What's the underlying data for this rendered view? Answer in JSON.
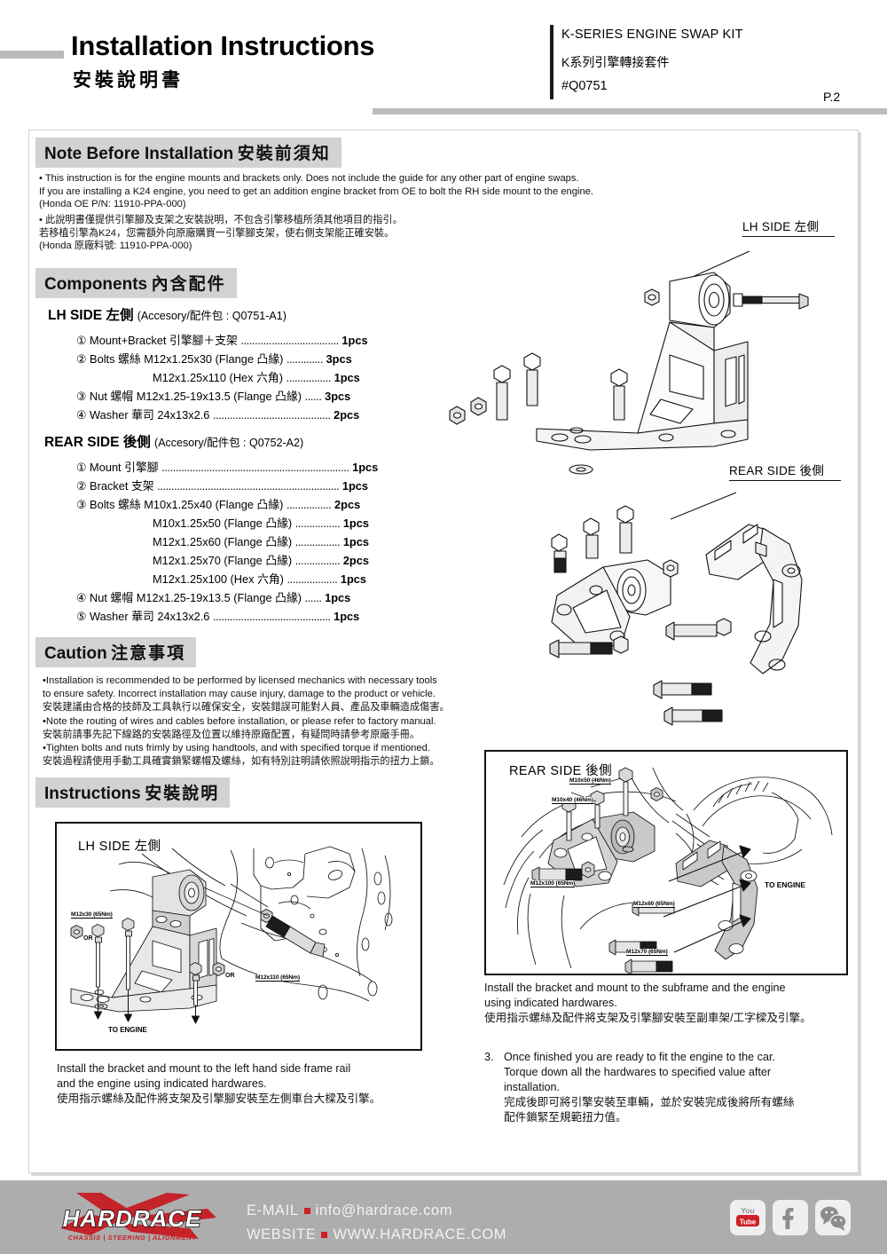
{
  "header": {
    "title_en": "Installation Instructions",
    "title_zh": "安裝說明書",
    "kit_en": "K-SERIES ENGINE SWAP KIT",
    "kit_zh": "K系列引擎轉接套件",
    "sku": "#Q0751",
    "page": "P.2"
  },
  "note": {
    "heading_en": "Note Before Installation",
    "heading_zh": "安裝前須知",
    "bullet_en": "• This instruction is  for the engine mounts and brackets only. Does not include the guide for any other part of engine swaps.\n  If you are installing a K24 engine, you need to get an addition engine bracket from OE to bolt the RH side mount to the engine.\n(Honda OE P/N: 11910-PPA-000)",
    "bullet_zh": "• 此說明書僅提供引擎腳及支架之安裝說明，不包含引擎移植所須其他項目的指引。\n  若移植引擎為K24，您需額外向原廠購買一引擎腳支架，使右側支架能正確安裝。\n(Honda 原廠料號: 11910-PPA-000)"
  },
  "components": {
    "heading_en": "Components",
    "heading_zh": "內含配件",
    "groups": [
      {
        "title": "LH SIDE 左側",
        "accessory": "(Accesory/配件包 : Q0751-A1)",
        "rows": [
          {
            "num": "①",
            "name": "Mount+Bracket 引擎腳＋支架",
            "spec": "",
            "dots": "...................................",
            "qty": "1pcs"
          },
          {
            "num": "②",
            "name": "Bolts 螺絲",
            "spec": "M12x1.25x30 (Flange 凸緣)",
            "dots": ".............",
            "qty": "3pcs"
          },
          {
            "num": "",
            "name": "",
            "spec": "M12x1.25x110 (Hex 六角)",
            "dots": "................",
            "qty": "1pcs"
          },
          {
            "num": "③",
            "name": "Nut 螺帽",
            "spec": "M12x1.25-19x13.5 (Flange 凸緣)",
            "dots": "......",
            "qty": "3pcs"
          },
          {
            "num": "④",
            "name": "Washer 華司",
            "spec": "24x13x2.6",
            "dots": "..........................................",
            "qty": "2pcs"
          }
        ]
      },
      {
        "title": "REAR SIDE 後側",
        "accessory": "(Accesory/配件包 : Q0752-A2)",
        "rows": [
          {
            "num": "①",
            "name": "Mount 引擎腳",
            "spec": "",
            "dots": "...................................................................",
            "qty": "1pcs"
          },
          {
            "num": "②",
            "name": "Bracket 支架",
            "spec": "",
            "dots": ".................................................................",
            "qty": "1pcs"
          },
          {
            "num": "③",
            "name": "Bolts 螺絲",
            "spec": "M10x1.25x40 (Flange 凸緣)",
            "dots": "................",
            "qty": "2pcs"
          },
          {
            "num": "",
            "name": "",
            "spec": "M10x1.25x50 (Flange 凸緣)",
            "dots": "................",
            "qty": "1pcs"
          },
          {
            "num": "",
            "name": "",
            "spec": "M12x1.25x60 (Flange 凸緣)",
            "dots": "................",
            "qty": "1pcs"
          },
          {
            "num": "",
            "name": "",
            "spec": "M12x1.25x70 (Flange 凸緣)",
            "dots": "................",
            "qty": "2pcs"
          },
          {
            "num": "",
            "name": "",
            "spec": "M12x1.25x100 (Hex 六角)",
            "dots": "..................",
            "qty": "1pcs"
          },
          {
            "num": "④",
            "name": "Nut 螺帽",
            "spec": "M12x1.25-19x13.5 (Flange 凸緣)",
            "dots": "......",
            "qty": "1pcs"
          },
          {
            "num": "⑤",
            "name": "Washer 華司",
            "spec": "24x13x2.6",
            "dots": "..........................................",
            "qty": "1pcs"
          }
        ]
      }
    ]
  },
  "caution": {
    "heading_en": "Caution",
    "heading_zh": "注意事項",
    "text": "•Installation is recommended to be performed by licensed mechanics with necessary tools\n to ensure safety. Incorrect installation may cause injury, damage to the product or vehicle.\n 安裝建議由合格的技師及工具執行以確保安全，安裝錯誤可能對人員、產品及車輛造成傷害。\n•Note the routing of wires and cables before installation, or please refer to factory manual.\n 安裝前請事先記下線路的安裝路徑及位置以維持原廠配置，有疑問時請參考原廠手冊。\n•Tighten bolts and nuts frimly by using handtools, and with specified torque if mentioned.\n 安裝過程請使用手動工具確實鎖緊螺帽及螺絲，如有特別註明請依照說明指示的扭力上鎖。"
  },
  "instructions": {
    "heading_en": "Instructions",
    "heading_zh": "安裝說明",
    "lh_diagram": {
      "label": "LH SIDE 左側",
      "torque_labels": [
        "M12x30  (65Nm)",
        "M12x110  (65Nm)"
      ],
      "or_labels": [
        "OR",
        "OR"
      ],
      "to_engine": "TO ENGINE"
    },
    "rear_diagram": {
      "label": "REAR SIDE 後側",
      "torque_labels": [
        "M10x50  (46Nm)",
        "M10x40  (46Nm)",
        "M12x100  (65Nm)",
        "M12x60  (65Nm)",
        "M12x70  (65Nm)"
      ],
      "to_engine": "TO ENGINE"
    },
    "lh_caption": "Install the bracket and mount to the left hand side frame rail\nand the engine using indicated hardwares.\n使用指示螺絲及配件將支架及引擎腳安裝至左側車台大樑及引擎。",
    "rear_caption": "Install the bracket and mount to the subframe and the engine\nusing indicated hardwares.\n使用指示螺絲及配件將支架及引擎腳安裝至副車架/工字樑及引擎。",
    "step3_num": "3.",
    "step3_text": "Once finished you are ready to fit the engine to the car.\nTorque down all the hardwares to specified value after\n installation.\n完成後即可將引擎安裝至車輛，並於安裝完成後將所有螺絲\n配件鎖緊至規範扭力值。"
  },
  "exploded": {
    "lh_label": "LH SIDE 左側",
    "rear_label": "REAR SIDE 後側"
  },
  "footer": {
    "logo_text": "HARDRACE",
    "logo_tag_1": "CHASSIS",
    "logo_tag_2": "STEERING",
    "logo_tag_3": "ALIGNMENT",
    "email_label": "E-MAIL",
    "email_value": "info@hardrace.com",
    "website_label": "WEBSITE",
    "website_value": "WWW.HARDRACE.COM",
    "social": [
      "youtube-icon",
      "facebook-icon",
      "wechat-icon"
    ]
  },
  "colors": {
    "accent_red": "#cc2026",
    "footer_bg": "#adadad",
    "section_head_bg": "#d2d2d2"
  }
}
